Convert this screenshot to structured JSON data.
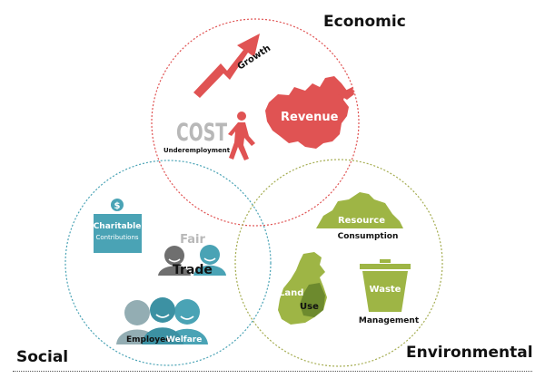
{
  "titles": {
    "economic": "Economic",
    "environmental": "Environmental",
    "social": "Social"
  },
  "labels": {
    "growth": "Growth",
    "cost": "COST",
    "underemployment": "Underemployment",
    "revenue": "Revenue",
    "resource": "Resource",
    "consumption": "Consumption",
    "land": "Land",
    "use": "Use",
    "waste": "Waste",
    "management": "Management",
    "charitable": "Charitable",
    "contributions": "Contributions",
    "fair": "Fair",
    "trade": "Trade",
    "employee": "Employee",
    "welfare": "Welfare"
  },
  "icons": {
    "dollar": "$"
  },
  "colors": {
    "economic": "#e05353",
    "environmental": "#9eb545",
    "social": "#4aa3b5",
    "grey": "#9a9a9a"
  }
}
